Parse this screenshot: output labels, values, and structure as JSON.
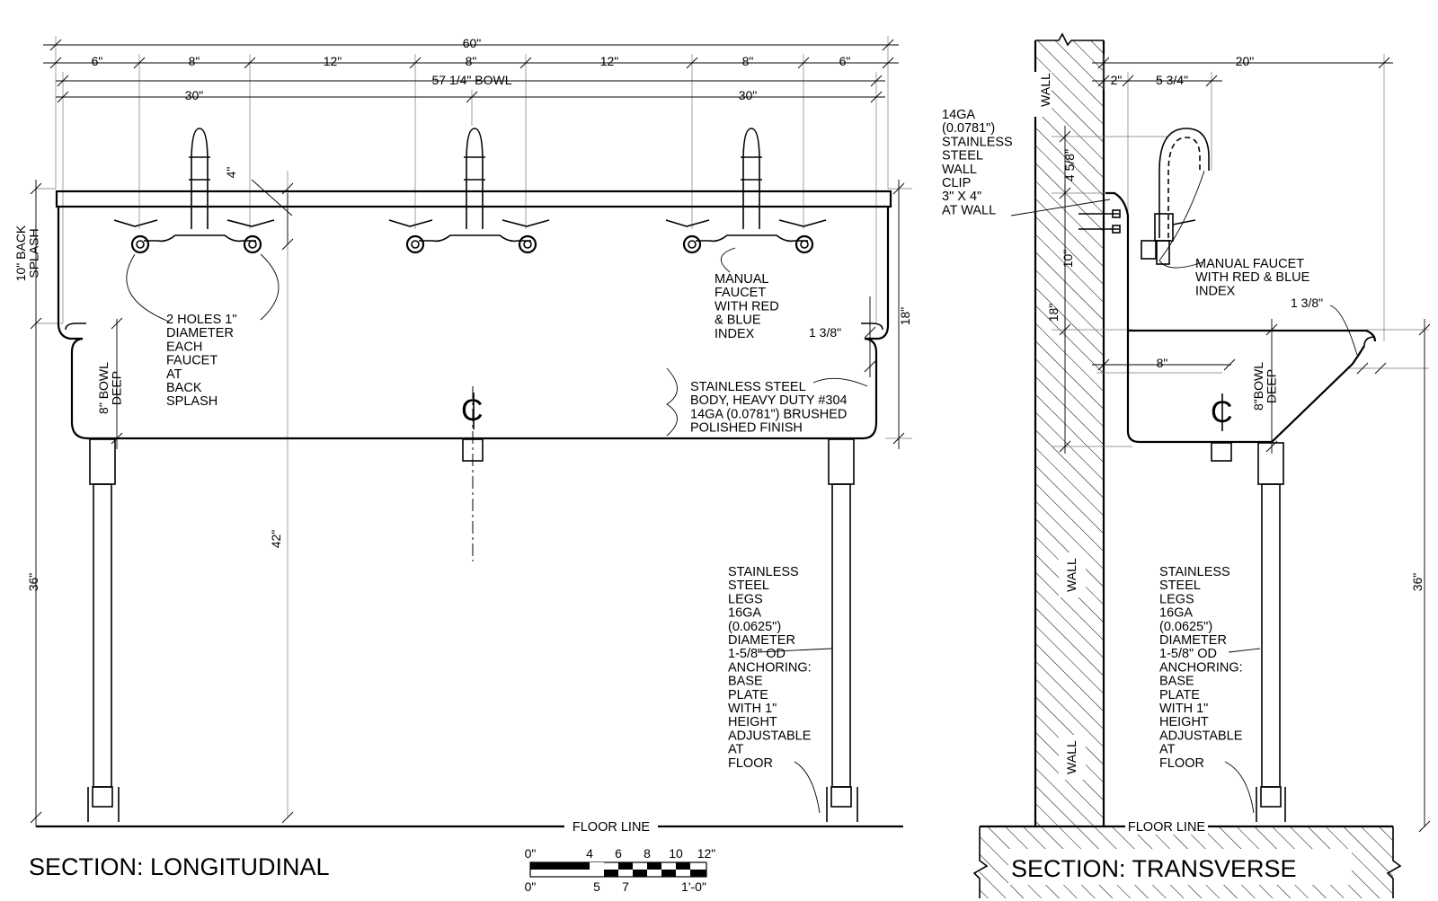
{
  "dimensions": {
    "overall_60": "60\"",
    "d6_left": "6\"",
    "d8_a": "8\"",
    "d12_a": "12\"",
    "d8_b": "8\"",
    "d12_b": "12\"",
    "d8_c": "8\"",
    "d6_right": "6\"",
    "bowl_width": "57 1/4\" BOWL",
    "half_left": "30\"",
    "half_right": "30\"",
    "d4": "4\"",
    "back_splash": "10\" BACK\nSPLASH",
    "h18": "18\"",
    "h42": "42\"",
    "h36": "36\"",
    "lip_1_3_8": "1 3/8\"",
    "bowl_deep": "8\" BOWL\nDEEP",
    "t_20": "20\"",
    "t_2": "2\"",
    "t_5_3_4": "5 3/4\"",
    "t_4_5_8": "4 5/8\"",
    "t_10": "10\"",
    "t_18": "18\"",
    "t_8": "8\"",
    "t_bowl_deep": "8\"BOWL\nDEEP",
    "t_1_3_8": "1 3/8\"",
    "t_36": "36\""
  },
  "notes": {
    "holes": "2 HOLES 1\"\nDIAMETER\nEACH\nFAUCET\nAT\nBACK\nSPLASH",
    "faucet_long": "MANUAL\nFAUCET\nWITH RED\n& BLUE\nINDEX",
    "body": "STAINLESS STEEL\nBODY, HEAVY DUTY #304\n14GA (0.0781\") BRUSHED\nPOLISHED FINISH",
    "legs_long": "STAINLESS\nSTEEL\nLEGS\n16GA\n(0.0625\")\nDIAMETER\n1-5/8\" OD\nANCHORING:\nBASE\nPLATE\nWITH 1\"\nHEIGHT\nADJUSTABLE\nAT\nFLOOR",
    "wall_clip": "14GA\n(0.0781\")\nSTAINLESS\nSTEEL\nWALL\nCLIP\n3\" X 4\"\nAT WALL",
    "faucet_trans": "MANUAL FAUCET\nWITH RED & BLUE\nINDEX",
    "legs_trans": "STAINLESS\nSTEEL\nLEGS\n16GA\n(0.0625\")\nDIAMETER\n1-5/8\" OD\nANCHORING:\nBASE\nPLATE\nWITH 1\"\nHEIGHT\nADJUSTABLE\nAT\nFLOOR"
  },
  "labels": {
    "floor_line_left": "FLOOR LINE",
    "floor_line_right": "FLOOR LINE",
    "wall_top": "WALL",
    "wall_mid": "WALL",
    "wall_bottom": "WALL",
    "cl_long": "C",
    "cl_trans": "C"
  },
  "titles": {
    "longitudinal": "SECTION: LONGITUDINAL",
    "transverse": "SECTION: TRANSVERSE"
  },
  "scale_bar": {
    "top_labels": [
      "0\"",
      "4",
      "6",
      "8",
      "10",
      "12\""
    ],
    "bottom_labels": [
      "0\"",
      "5",
      "7",
      "1'-0\""
    ]
  }
}
